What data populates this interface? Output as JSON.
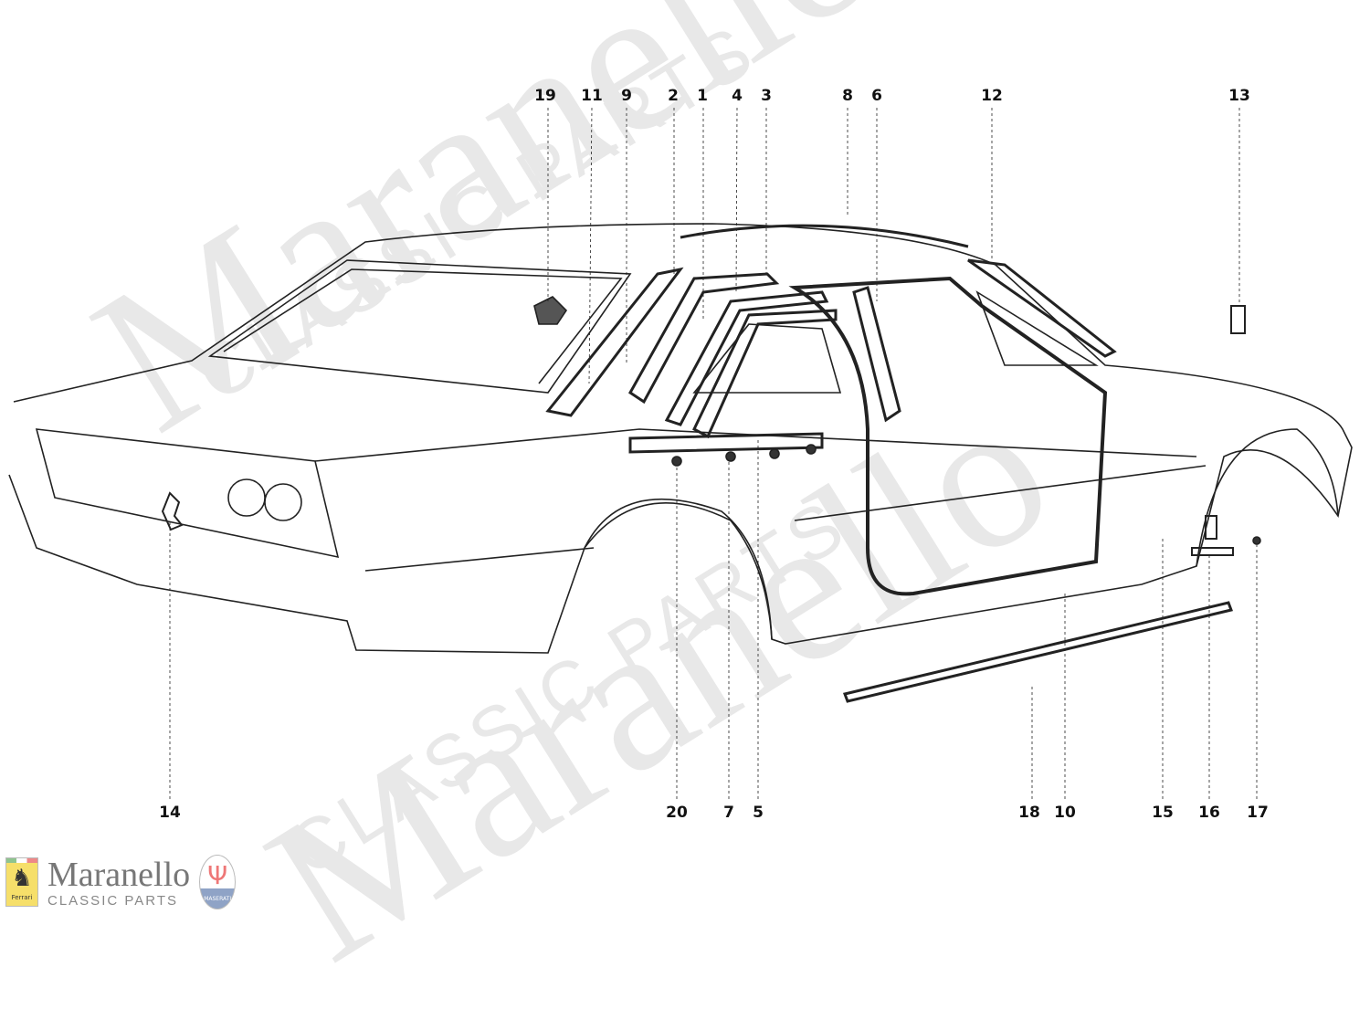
{
  "watermark": {
    "brand": "Maranello",
    "tagline": "CLASSIC PARTS"
  },
  "logo": {
    "brand": "Maranello",
    "tagline": "CLASSIC PARTS",
    "ferrari_text": "Ferrari",
    "maserati_text": "MASERATI"
  },
  "callouts_top": [
    {
      "label": "19"
    },
    {
      "label": "11"
    },
    {
      "label": "9"
    },
    {
      "label": "2"
    },
    {
      "label": "1"
    },
    {
      "label": "4"
    },
    {
      "label": "3"
    },
    {
      "label": "8"
    },
    {
      "label": "6"
    },
    {
      "label": "12"
    },
    {
      "label": "13"
    }
  ],
  "callouts_bottom": [
    {
      "label": "14"
    },
    {
      "label": "20"
    },
    {
      "label": "7"
    },
    {
      "label": "5"
    },
    {
      "label": "18"
    },
    {
      "label": "10"
    },
    {
      "label": "15"
    },
    {
      "label": "16"
    },
    {
      "label": "17"
    }
  ]
}
